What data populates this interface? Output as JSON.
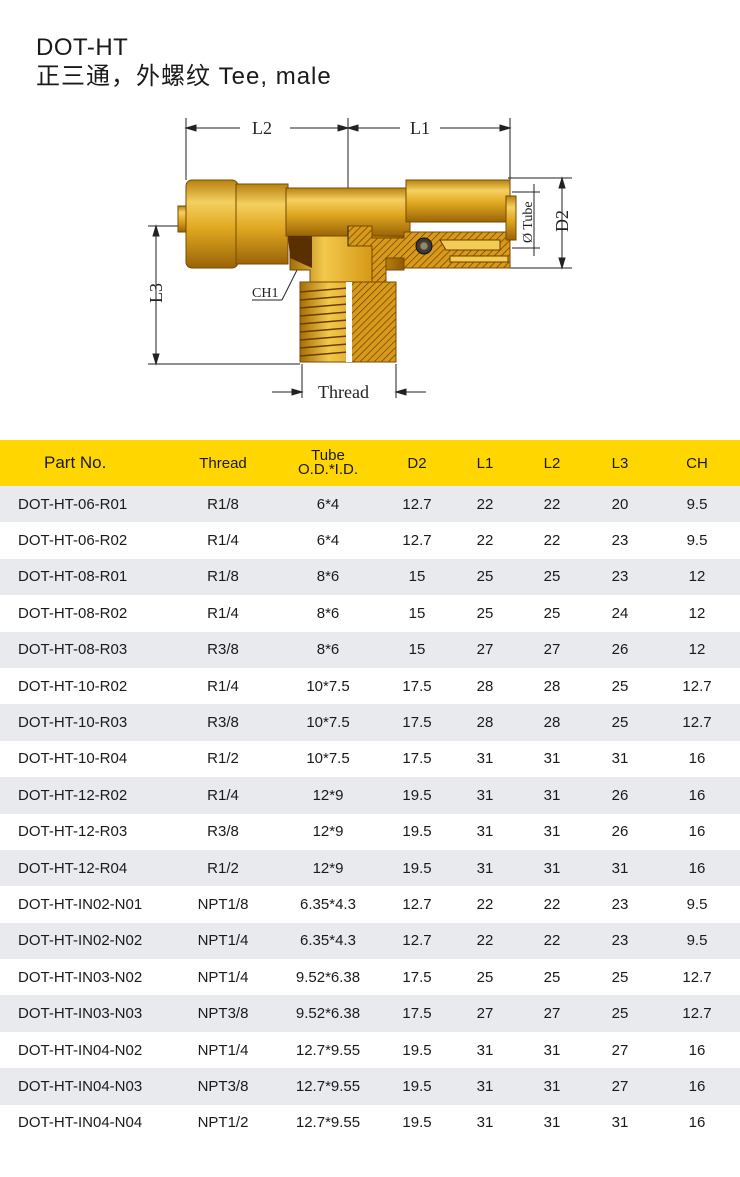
{
  "header": {
    "title": "DOT-HT",
    "subtitle": "正三通，外螺纹 Tee, male"
  },
  "drawing": {
    "labels": {
      "l1": "L1",
      "l2": "L2",
      "l3": "L3",
      "d2": "D2",
      "tube": "Ø Tube",
      "ch1": "CH1",
      "thread": "Thread"
    },
    "colors": {
      "brass": "#d9a21a",
      "brass_dark": "#a7700a",
      "brass_light": "#f2cc55",
      "line": "#222222"
    }
  },
  "table": {
    "columns": [
      {
        "key": "part",
        "label": "Part No."
      },
      {
        "key": "thread",
        "label": "Thread"
      },
      {
        "key": "tube",
        "label": "Tube",
        "label2": "O.D.*I.D."
      },
      {
        "key": "d2",
        "label": "D2"
      },
      {
        "key": "l1",
        "label": "L1"
      },
      {
        "key": "l2",
        "label": "L2"
      },
      {
        "key": "l3",
        "label": "L3"
      },
      {
        "key": "ch",
        "label": "CH"
      }
    ],
    "header_color": "#ffd600",
    "stripe_color": "#e8eaed",
    "rows": [
      [
        "DOT-HT-06-R01",
        "R1/8",
        "6*4",
        "12.7",
        "22",
        "22",
        "20",
        "9.5"
      ],
      [
        "DOT-HT-06-R02",
        "R1/4",
        "6*4",
        "12.7",
        "22",
        "22",
        "23",
        "9.5"
      ],
      [
        "DOT-HT-08-R01",
        "R1/8",
        "8*6",
        "15",
        "25",
        "25",
        "23",
        "12"
      ],
      [
        "DOT-HT-08-R02",
        "R1/4",
        "8*6",
        "15",
        "25",
        "25",
        "24",
        "12"
      ],
      [
        "DOT-HT-08-R03",
        "R3/8",
        "8*6",
        "15",
        "27",
        "27",
        "26",
        "12"
      ],
      [
        "DOT-HT-10-R02",
        "R1/4",
        "10*7.5",
        "17.5",
        "28",
        "28",
        "25",
        "12.7"
      ],
      [
        "DOT-HT-10-R03",
        "R3/8",
        "10*7.5",
        "17.5",
        "28",
        "28",
        "25",
        "12.7"
      ],
      [
        "DOT-HT-10-R04",
        "R1/2",
        "10*7.5",
        "17.5",
        "31",
        "31",
        "31",
        "16"
      ],
      [
        "DOT-HT-12-R02",
        "R1/4",
        "12*9",
        "19.5",
        "31",
        "31",
        "26",
        "16"
      ],
      [
        "DOT-HT-12-R03",
        "R3/8",
        "12*9",
        "19.5",
        "31",
        "31",
        "26",
        "16"
      ],
      [
        "DOT-HT-12-R04",
        "R1/2",
        "12*9",
        "19.5",
        "31",
        "31",
        "31",
        "16"
      ],
      [
        "DOT-HT-IN02-N01",
        "NPT1/8",
        "6.35*4.3",
        "12.7",
        "22",
        "22",
        "23",
        "9.5"
      ],
      [
        "DOT-HT-IN02-N02",
        "NPT1/4",
        "6.35*4.3",
        "12.7",
        "22",
        "22",
        "23",
        "9.5"
      ],
      [
        "DOT-HT-IN03-N02",
        "NPT1/4",
        "9.52*6.38",
        "17.5",
        "25",
        "25",
        "25",
        "12.7"
      ],
      [
        "DOT-HT-IN03-N03",
        "NPT3/8",
        "9.52*6.38",
        "17.5",
        "27",
        "27",
        "25",
        "12.7"
      ],
      [
        "DOT-HT-IN04-N02",
        "NPT1/4",
        "12.7*9.55",
        "19.5",
        "31",
        "31",
        "27",
        "16"
      ],
      [
        "DOT-HT-IN04-N03",
        "NPT3/8",
        "12.7*9.55",
        "19.5",
        "31",
        "31",
        "27",
        "16"
      ],
      [
        "DOT-HT-IN04-N04",
        "NPT1/2",
        "12.7*9.55",
        "19.5",
        "31",
        "31",
        "31",
        "16"
      ]
    ]
  }
}
